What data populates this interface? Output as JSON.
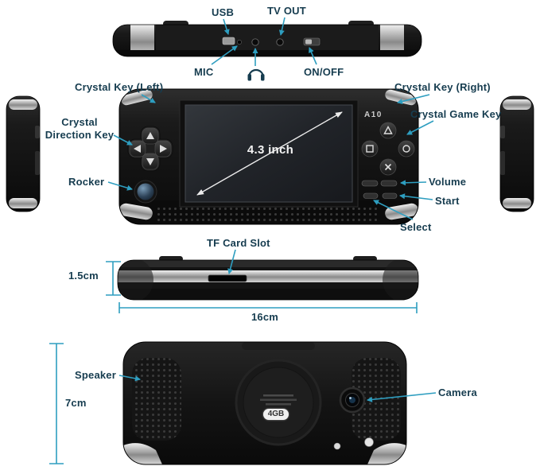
{
  "colors": {
    "label_text": "#163c4f",
    "arrow": "#2e9ec0",
    "device_body": "#111111",
    "silver_accent": "#c9c9c9",
    "background": "#ffffff"
  },
  "top_view": {
    "usb": "USB",
    "tv_out": "TV OUT",
    "mic": "MIC",
    "on_off": "ON/OFF",
    "headphone_icon": "headphone-jack"
  },
  "front_view": {
    "crystal_key_left": "Crystal Key (Left)",
    "crystal_key_right": "Crystal Key (Right)",
    "crystal_direction_key": "Crystal Direction Key",
    "crystal_game_key": "Crystal Game Key",
    "rocker": "Rocker",
    "volume": "Volume",
    "start": "Start",
    "select": "Select",
    "screen_size": "4.3 inch",
    "model": "A10"
  },
  "edge_view": {
    "tf_card_slot": "TF Card Slot",
    "thickness": "1.5cm",
    "width": "16cm"
  },
  "back_view": {
    "speaker": "Speaker",
    "camera": "Camera",
    "height": "7cm",
    "storage": "4GB"
  }
}
